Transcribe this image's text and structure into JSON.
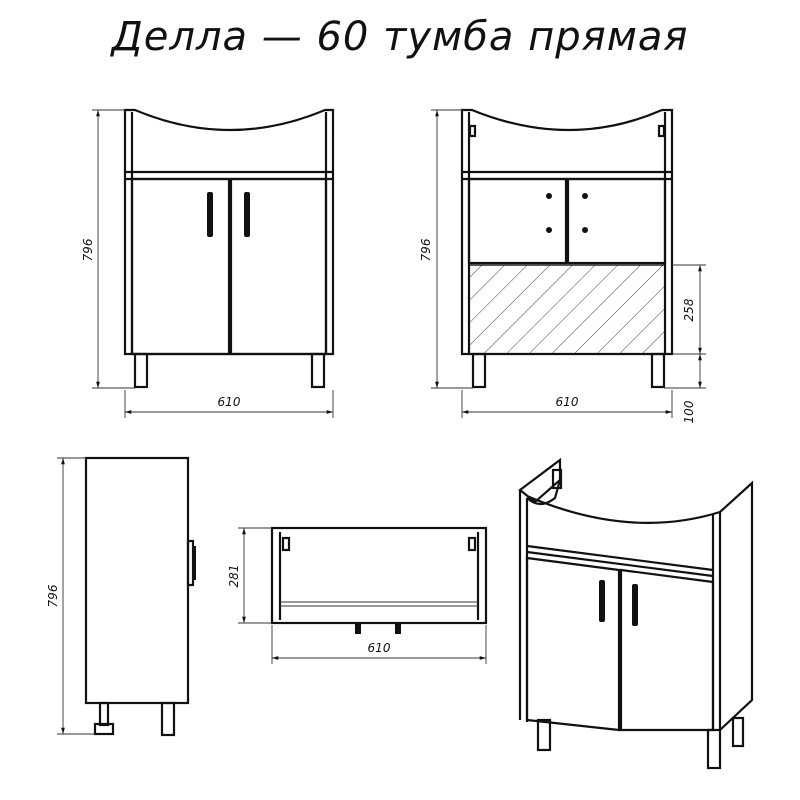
{
  "title": "Делла — 60 тумба прямая",
  "dimensions": {
    "front_height": "796",
    "front_width": "610",
    "back_height": "796",
    "back_width": "610",
    "drawer_height": "258",
    "leg_height": "100",
    "side_height": "796",
    "top_depth": "281",
    "top_width": "610"
  },
  "colors": {
    "line": "#111111",
    "background": "#ffffff"
  }
}
